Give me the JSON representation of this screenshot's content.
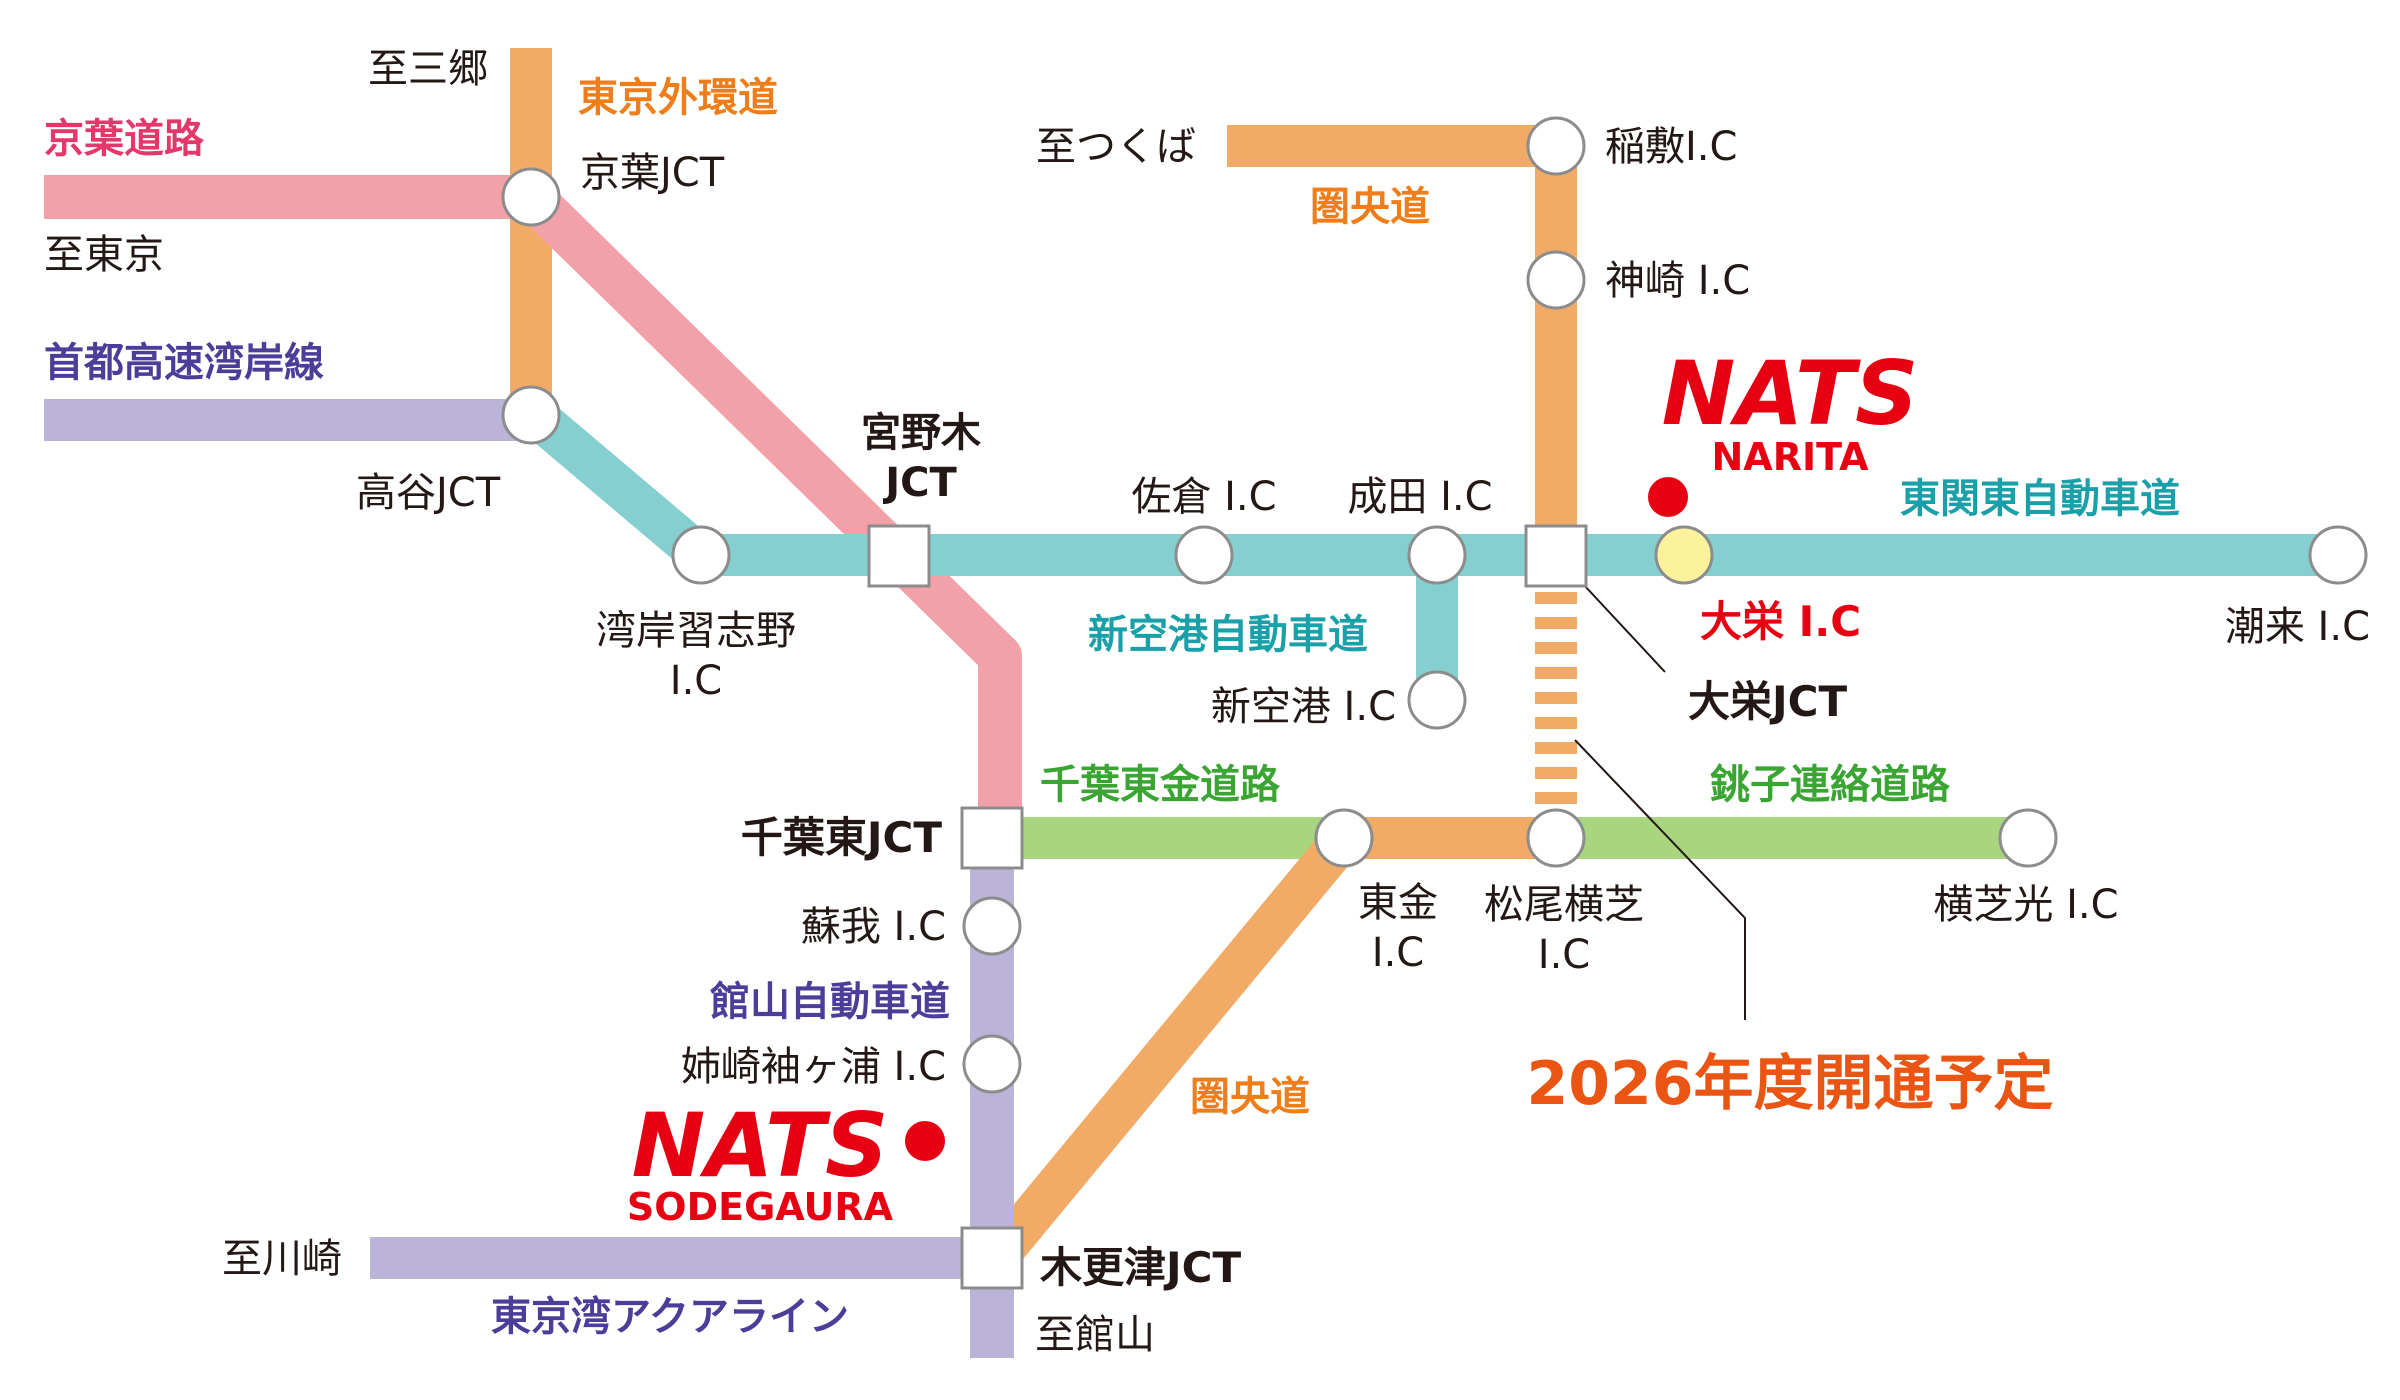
{
  "colors": {
    "keiyo": "#f3a1a9",
    "gaikan": "#f1ab66",
    "wangan": "#bbb4d8",
    "higashikanto": "#85cfd0",
    "chibahigashi": "#a8d57e",
    "node_fill": "#ffffff",
    "node_stroke": "#8c8c8c",
    "node_highlight": "#fbf29b",
    "nats_red": "#e60012",
    "text_black": "#231815",
    "text_pink": "#e4376a",
    "text_orange": "#ee7d1a",
    "text_purple": "#4b3e99",
    "text_teal": "#1aa0a8",
    "text_green": "#3aa533",
    "text_red": "#e60012",
    "text_plan": "#ea5514"
  },
  "roads": {
    "keiyo": "京葉道路",
    "gaikan": "東京外環道",
    "wangan": "首都高速湾岸線",
    "kenodo_north": "圏央道",
    "kenodo_south": "圏央道",
    "higashikanto": "東関東自動車道",
    "shinkuko": "新空港自動車道",
    "chibatogane": "千葉東金道路",
    "choshi": "銚子連絡道路",
    "tateyama": "館山自動車道",
    "aqualine": "東京湾アクアライン"
  },
  "destinations": {
    "misato": "至三郷",
    "tokyo": "至東京",
    "tsukuba": "至つくば",
    "kawasaki": "至川崎",
    "tateyama": "至館山"
  },
  "junctions": {
    "keiyo": "京葉JCT",
    "takaya": "高谷JCT",
    "miyanogi_1": "宮野木",
    "miyanogi_2": "JCT",
    "chibahigashi": "千葉東JCT",
    "taiei": "大栄JCT",
    "kisarazu": "木更津JCT"
  },
  "interchanges": {
    "inashiki": "稲敷I.C",
    "kozaki": "神崎 I.C",
    "wangan_narashino_1": "湾岸習志野",
    "wangan_narashino_2": "I.C",
    "sakura": "佐倉 I.C",
    "narita": "成田 I.C",
    "shinkuko": "新空港 I.C",
    "taiei": "大栄 I.C",
    "itako": "潮来 I.C",
    "soga": "蘇我 I.C",
    "anesaki": "姉崎袖ヶ浦 I.C",
    "togane_1": "東金",
    "togane_2": "I.C",
    "matsuo_1": "松尾横芝",
    "matsuo_2": "I.C",
    "yokoshiba": "横芝光 I.C"
  },
  "nats": {
    "narita_logo": "NATS",
    "narita_sub": "NARITA",
    "sodegaura_logo": "NATS",
    "sodegaura_sub": "SODEGAURA"
  },
  "plan_note": "2026年度開通予定"
}
